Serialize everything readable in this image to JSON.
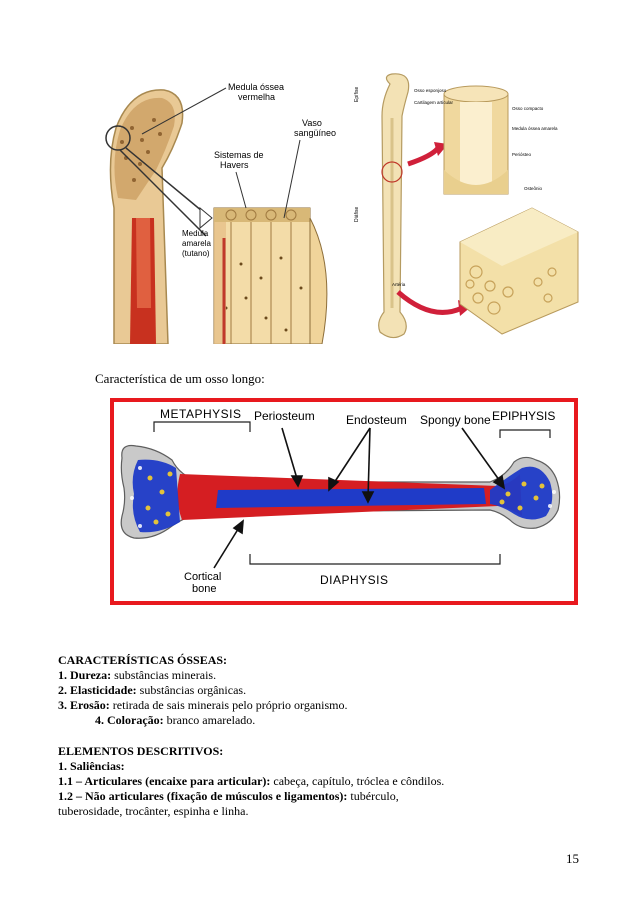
{
  "figures": {
    "femur": {
      "labels": {
        "red_marrow": [
          "Medula óssea",
          "vermelha"
        ],
        "blood_vessel": [
          "Vaso",
          "sangüíneo"
        ],
        "havers": [
          "Sistemas de",
          "Havers"
        ],
        "yellow_marrow": [
          "Medula",
          "amarela",
          "(tutano)"
        ]
      }
    },
    "long_bone_anatomy": {
      "labels": {
        "epiphysis": "Epífise",
        "diaphysis": "Diáfise",
        "spongy": "Osso esponjoso",
        "cartilage": "Cartilagem articular",
        "compact": "Osso compacto",
        "medullary": "Medula óssea amarela",
        "periosteum": "Periósteo",
        "artery": "Artéria",
        "osteon": "Osteônio"
      }
    },
    "caption": "Característica de um osso longo:",
    "long_bone_diagram": {
      "labels": {
        "metaphysis": "METAPHYSIS",
        "periosteum": "Periosteum",
        "endosteum": "Endosteum",
        "spongy_bone": "Spongy bone",
        "epiphysis": "EPIPHYSIS",
        "cortical": "Cortical",
        "cortical2": "bone",
        "diaphysis": "DIAPHYSIS"
      },
      "colors": {
        "frame": "#e8191e",
        "cortical": "#d51e22",
        "marrow": "#1f3bc8",
        "spongy": "#e3c23a"
      }
    }
  },
  "characteristics": {
    "heading": "CARACTERÍSTICAS ÓSSEAS:",
    "items": [
      {
        "label": "1. Dureza:",
        "text": "substâncias minerais."
      },
      {
        "label": "2. Elasticidade:",
        "text": "substâncias orgânicas."
      },
      {
        "label": "3. Erosão:",
        "text": "retirada de sais minerais pelo próprio organismo."
      },
      {
        "label": "4. Coloração:",
        "text": "branco amarelado."
      }
    ]
  },
  "elements": {
    "heading": "ELEMENTOS DESCRITIVOS:",
    "sub": "1. Saliências:",
    "item1_label": "1.1 – Articulares (encaixe para articular):",
    "item1_text": "cabeça, capítulo, tróclea e côndilos.",
    "item2_label": "1.2 – Não articulares (fixação de músculos e ligamentos):",
    "item2_text": "tubérculo,",
    "item2_cont": "tuberosidade, trocânter, espinha e linha."
  },
  "page_number": "15"
}
